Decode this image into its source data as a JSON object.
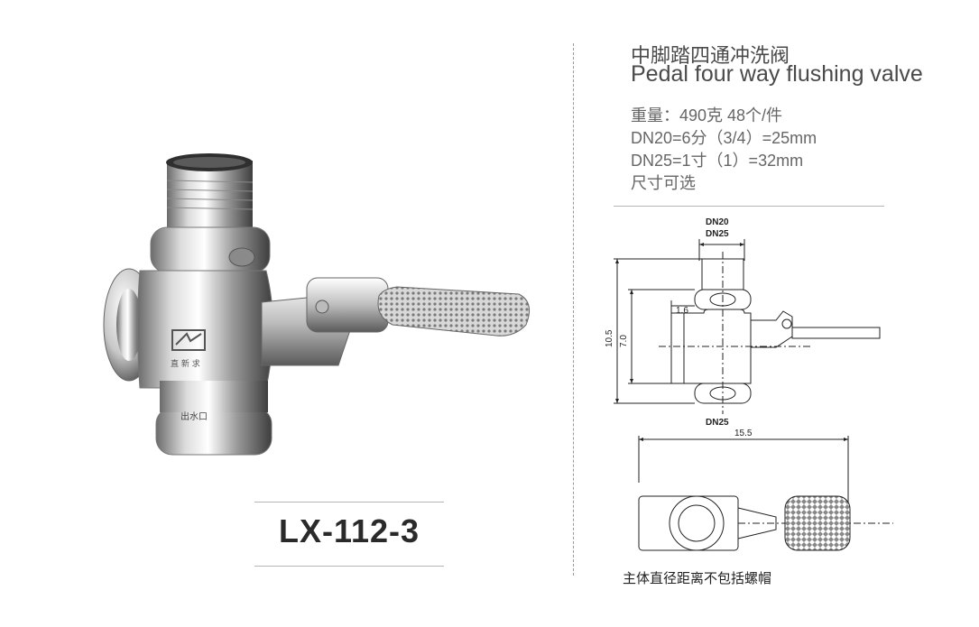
{
  "product": {
    "model_code": "LX-112-3",
    "brand_mark_text": "直 新 求 ",
    "outlet_label": "出水口"
  },
  "title": {
    "cn": "中脚踏四通冲洗阀",
    "en": "Pedal four way flushing valve"
  },
  "specs": [
    "重量：490克   48个/件",
    "DN20=6分（3/4）=25mm",
    "DN25=1寸（1）=32mm",
    "尺寸可选"
  ],
  "drawing": {
    "dn20": "DN20",
    "dn25_top": "DN25",
    "dn25_bottom": "DN25",
    "dim_1_6": "1.6",
    "dim_10_5": "10.5",
    "dim_7_0": "7.0",
    "dim_15_5": "15.5",
    "note": "主体直径距离不包括螺帽"
  },
  "colors": {
    "chrome_light": "#f4f4f4",
    "chrome_mid": "#b9b9b9",
    "chrome_dark": "#4a4a4a",
    "line": "#222222",
    "divider": "#9a9a9a"
  }
}
